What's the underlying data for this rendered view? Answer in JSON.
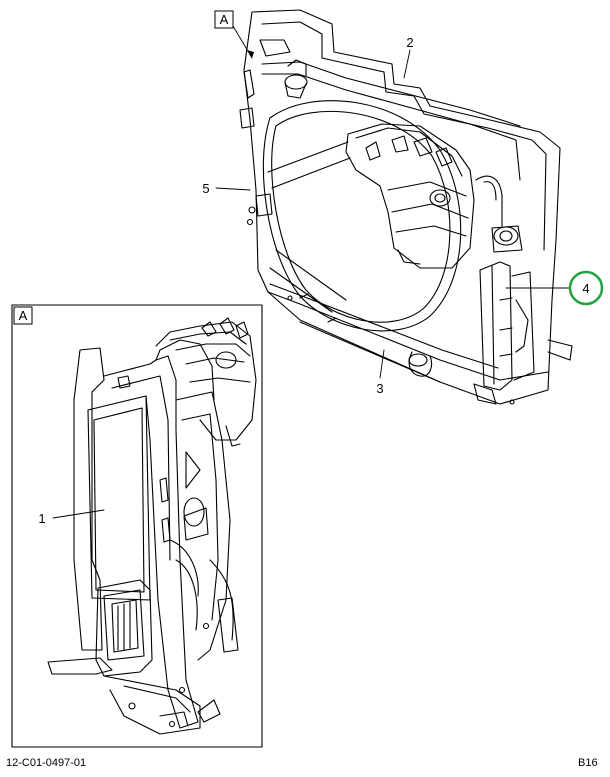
{
  "view_labels": {
    "top": "A",
    "inset": "A"
  },
  "callouts": [
    {
      "id": "c1",
      "label": "1"
    },
    {
      "id": "c2",
      "label": "2"
    },
    {
      "id": "c3",
      "label": "3"
    },
    {
      "id": "c4",
      "label": "4"
    },
    {
      "id": "c5",
      "label": "5"
    }
  ],
  "highlight_color": "#22a340",
  "footer": {
    "doc_number": "12-C01-0497-01",
    "page_code": "B16"
  }
}
